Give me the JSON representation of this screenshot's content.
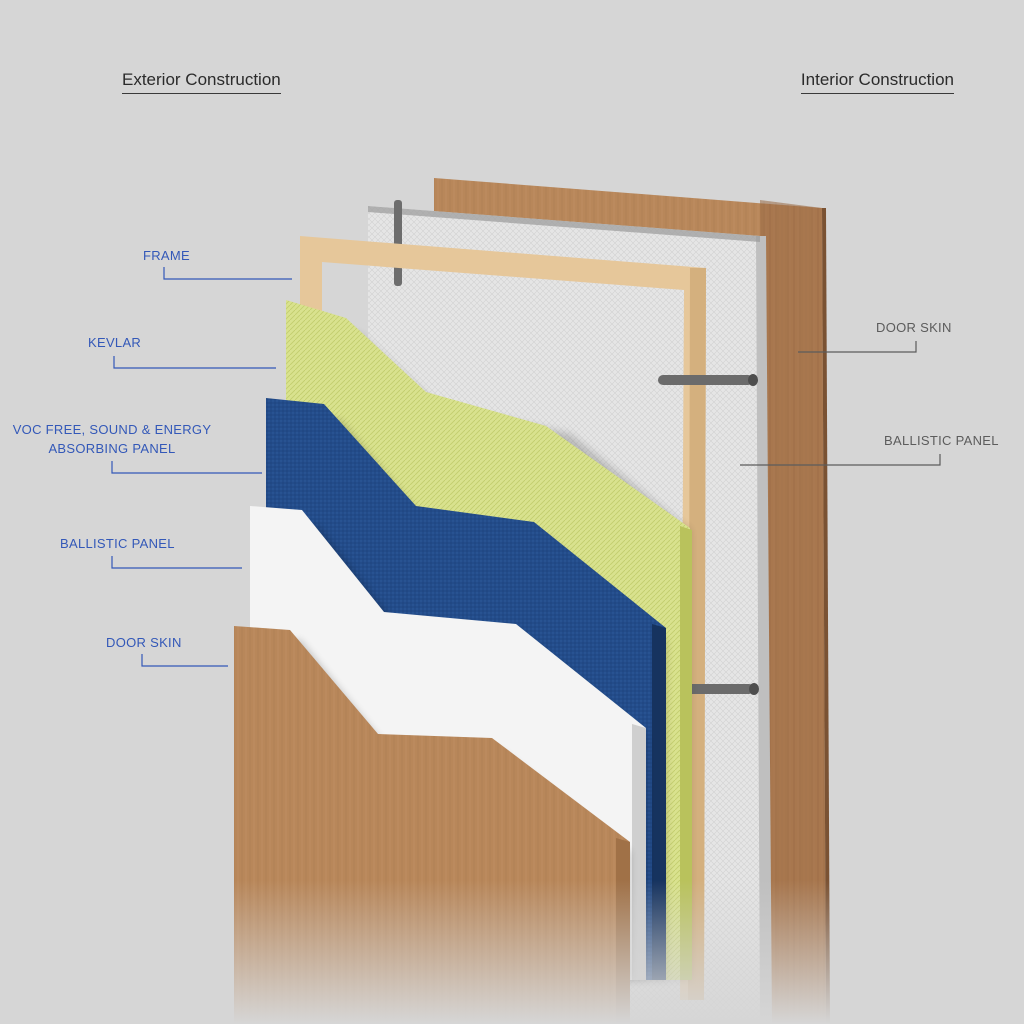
{
  "headings": {
    "exterior": "Exterior Construction",
    "interior": "Interior Construction"
  },
  "exterior_layers": [
    {
      "label": "FRAME"
    },
    {
      "label": "KEVLAR"
    },
    {
      "label_line1": "VOC FREE, SOUND & ENERGY",
      "label_line2": "ABSORBING PANEL"
    },
    {
      "label": "BALLISTIC PANEL"
    },
    {
      "label": "DOOR SKIN"
    }
  ],
  "interior_layers": [
    {
      "label": "DOOR SKIN"
    },
    {
      "label": "BALLISTIC PANEL"
    }
  ],
  "colors": {
    "background": "#d6d6d6",
    "label_blue": "#3358b8",
    "label_gray": "#5c5c5c",
    "wood": "#b8875a",
    "wood_dark": "#8f6240",
    "frame": "#e6c79a",
    "kevlar": "#d9e28e",
    "foam": "#234c8a",
    "ballistic": "#f4f4f4",
    "mesh": "#e3e3e3"
  }
}
